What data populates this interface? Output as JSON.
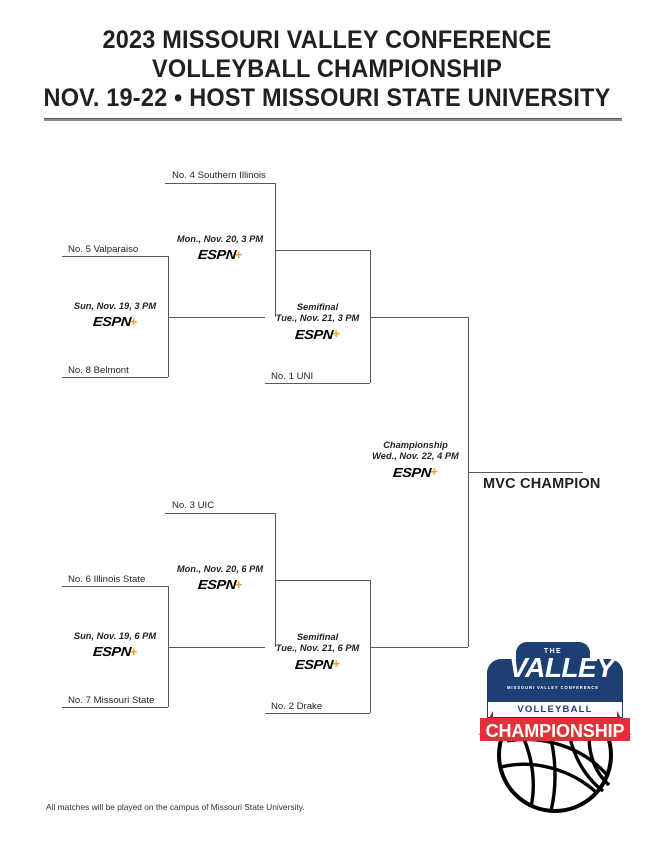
{
  "header": {
    "line1": "2023 MISSOURI VALLEY CONFERENCE",
    "line2": "VOLLEYBALL CHAMPIONSHIP",
    "line3": "NOV. 19-22  •  HOST MISSOURI STATE UNIVERSITY"
  },
  "bracket": {
    "champion_label": "MVC CHAMPION",
    "teams": {
      "seed4": "No. 4 Southern Illinois",
      "seed5": "No. 5 Valparaiso",
      "seed8": "No. 8 Belmont",
      "seed1": "No. 1 UNI",
      "seed3": "No. 3 UIC",
      "seed6": "No. 6 Illinois State",
      "seed7": "No. 7 Missouri State",
      "seed2": "No. 2 Drake"
    },
    "matches": {
      "first_round_top": {
        "round": "",
        "datetime": "Sun, Nov. 19, 3 PM",
        "network": "ESPN+"
      },
      "first_round_bottom": {
        "round": "",
        "datetime": "Sun, Nov. 19, 6 PM",
        "network": "ESPN+"
      },
      "quarterfinal_top": {
        "round": "",
        "datetime": "Mon., Nov. 20, 3 PM",
        "network": "ESPN+"
      },
      "quarterfinal_bottom": {
        "round": "",
        "datetime": "Mon., Nov. 20, 6 PM",
        "network": "ESPN+"
      },
      "semifinal_top": {
        "round": "Semifinal",
        "datetime": "Tue., Nov. 21, 3 PM",
        "network": "ESPN+"
      },
      "semifinal_bottom": {
        "round": "Semifinal",
        "datetime": "Tue., Nov. 21, 6 PM",
        "network": "ESPN+"
      },
      "championship": {
        "round": "Championship",
        "datetime": "Wed., Nov. 22, 4 PM",
        "network": "ESPN+"
      }
    }
  },
  "logo": {
    "the": "THE",
    "valley": "VALLEY",
    "conference": "MISSOURI VALLEY CONFERENCE",
    "volleyball": "VOLLEYBALL",
    "championship": "CHAMPIONSHIP"
  },
  "footnote": "All matches will be played on the campus of Missouri State University.",
  "colors": {
    "navy": "#1d3f73",
    "red": "#e03138",
    "espn_plus_orange": "#f5a11f",
    "line": "#58595b",
    "text": "#231f20"
  }
}
